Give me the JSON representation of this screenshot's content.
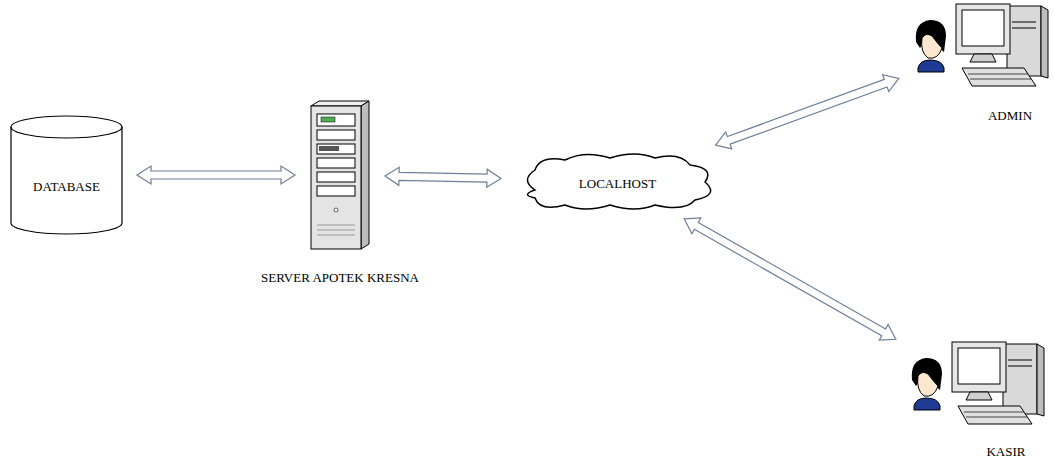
{
  "diagram": {
    "nodes": [
      {
        "text": [
          "DATABASE"
        ]
      },
      {
        "text": [
          "SERVER APOTEK KRESNA"
        ]
      },
      {
        "text": [
          "LOCALHOST"
        ]
      },
      {
        "text": [
          "ADMIN"
        ]
      },
      {
        "text": [
          "KASIR"
        ]
      }
    ],
    "edges": [
      {
        "from": 0,
        "to": 1,
        "arrow": "both"
      },
      {
        "from": 1,
        "to": 2,
        "arrow": "both"
      },
      {
        "from": 2,
        "to": 3,
        "arrow": "both"
      },
      {
        "from": 2,
        "to": 4,
        "arrow": "both"
      }
    ]
  }
}
